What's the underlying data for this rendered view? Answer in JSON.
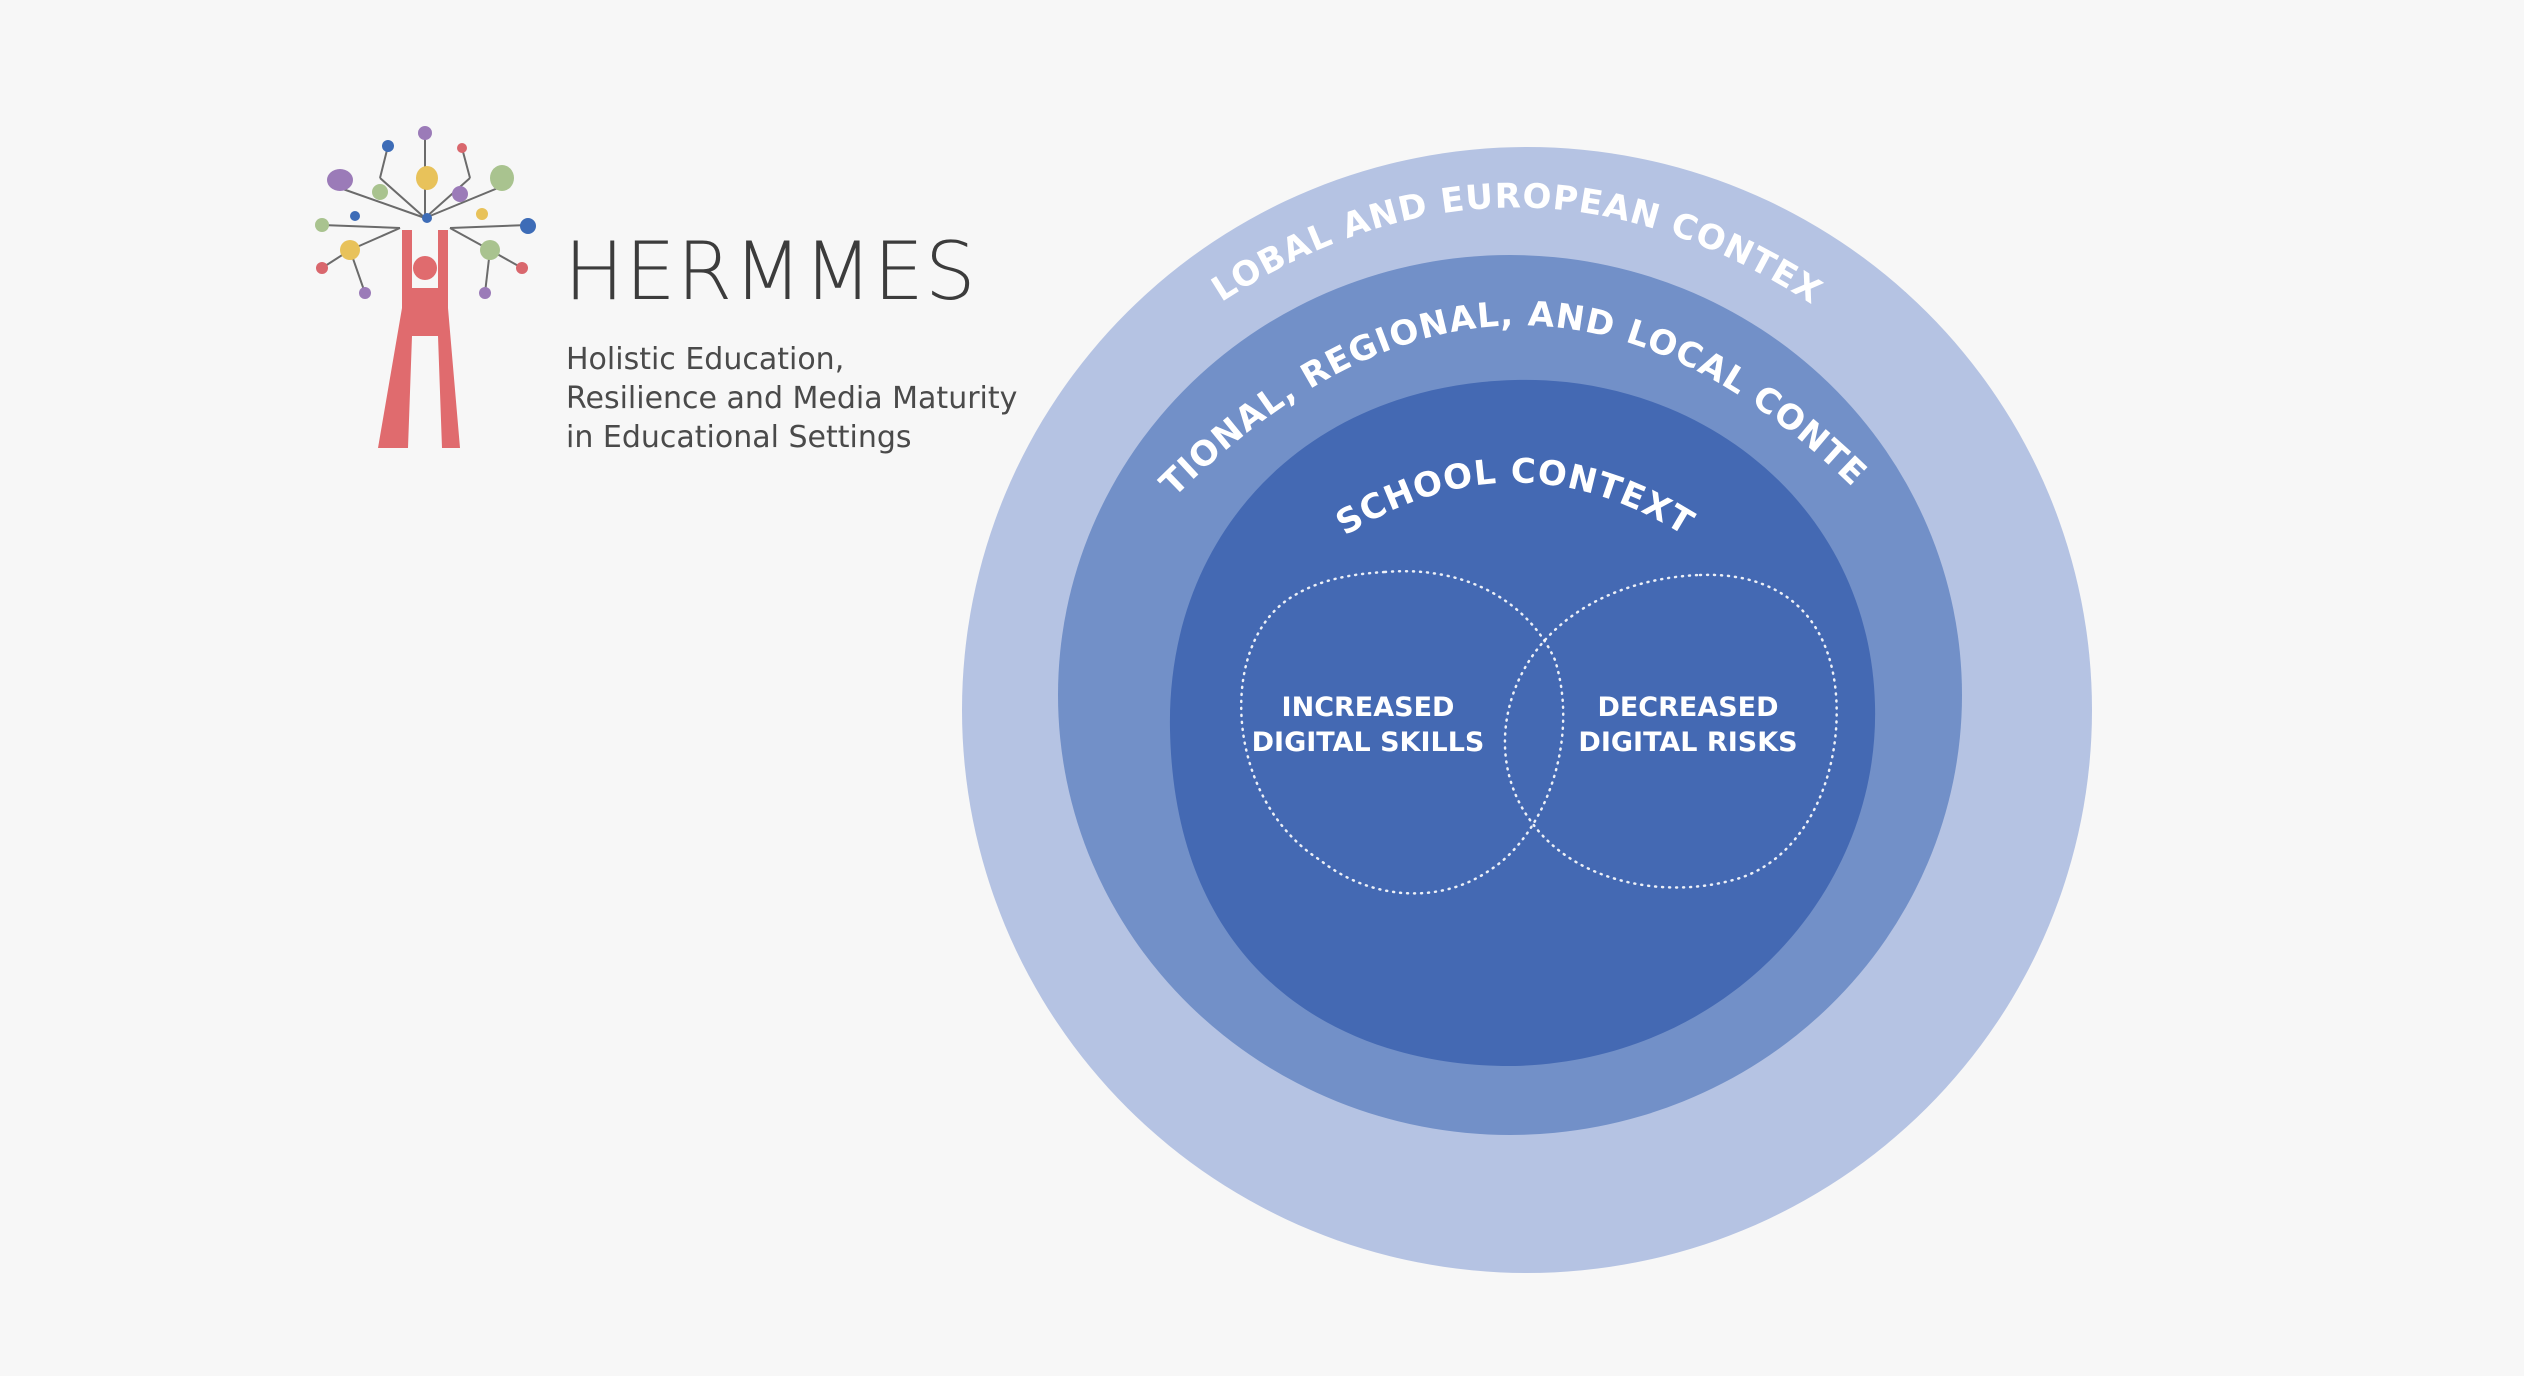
{
  "brand": {
    "name": "HERMMES",
    "tagline_lines": [
      "Holistic Education,",
      "Resilience and Media Maturity",
      "in Educational Settings"
    ]
  },
  "diagram": {
    "outer_ring_label": "GLOBAL AND EUROPEAN CONTEXT",
    "middle_ring_label": "NATIONAL, REGIONAL, AND LOCAL CONTEXT",
    "inner_circle_label": "SCHOOL CONTEXT",
    "left_blob_lines": [
      "INCREASED",
      "DIGITAL SKILLS"
    ],
    "right_blob_lines": [
      "DECREASED",
      "DIGITAL RISKS"
    ]
  },
  "colors": {
    "outer_ring": "#b5c3e3",
    "middle_ring": "#7290c8",
    "inner_circle": "#4469b3",
    "logo_figure": "#e06b6e",
    "logo_dot_palette": [
      "#9b7bb8",
      "#e8c25a",
      "#a9c38f",
      "#3d6cb7",
      "#d9676d"
    ]
  }
}
